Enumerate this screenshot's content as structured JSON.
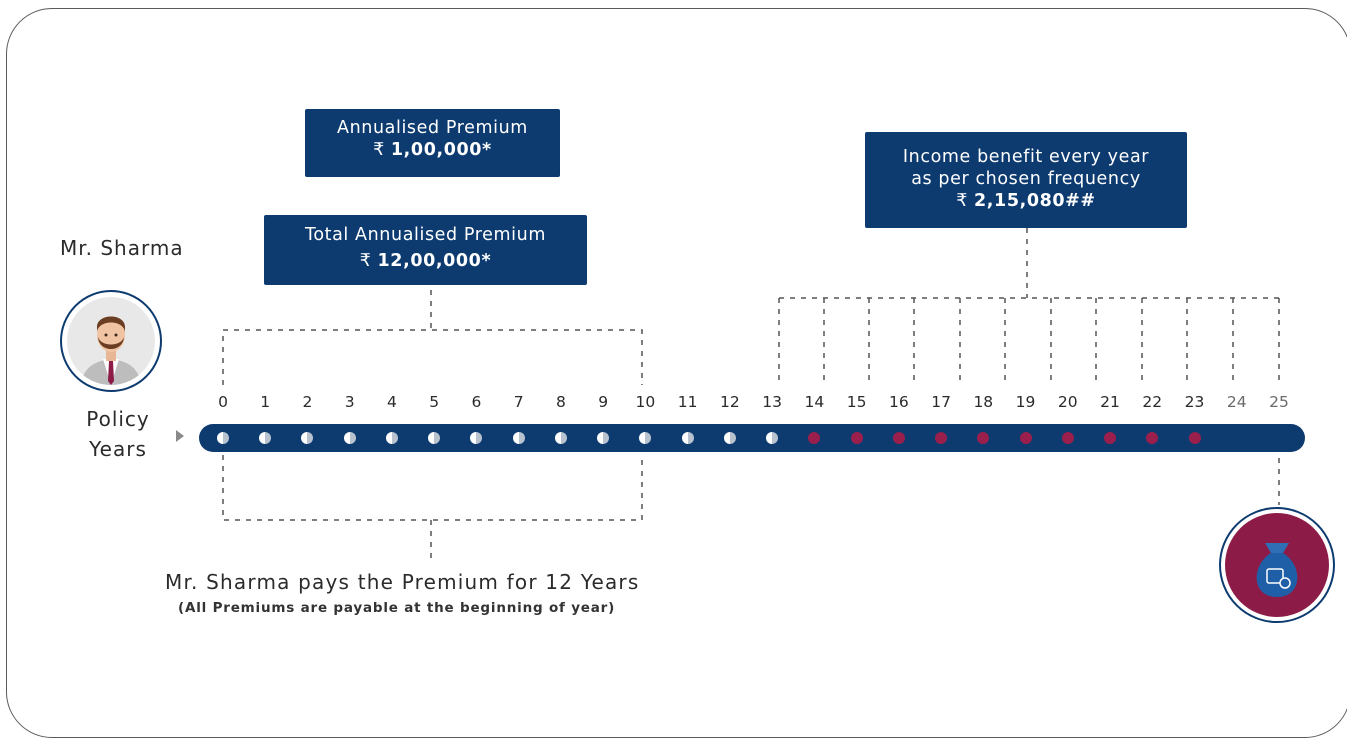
{
  "person": {
    "name": "Mr. Sharma"
  },
  "policy_years_label": [
    "Policy",
    "Years"
  ],
  "boxes": {
    "annualised": {
      "line1": "Annualised Premium",
      "rupee": "₹",
      "amount": "1,00,000*"
    },
    "total": {
      "line1": "Total Annualised Premium",
      "rupee": "₹",
      "amount": "12,00,000*"
    },
    "income": {
      "line1": "Income benefit every year",
      "line2": "as per chosen frequency",
      "rupee": "₹",
      "amount": "2,15,080##"
    }
  },
  "years": [
    "0",
    "1",
    "2",
    "3",
    "4",
    "5",
    "6",
    "7",
    "8",
    "9",
    "10",
    "11",
    "12",
    "13",
    "14",
    "15",
    "16",
    "17",
    "18",
    "19",
    "20",
    "21",
    "22",
    "23",
    "24",
    "25"
  ],
  "premium_years": 12,
  "last_paid_dot_year": 13,
  "benefit_years": [
    "14",
    "15",
    "16",
    "17",
    "18",
    "19",
    "20",
    "21",
    "22",
    "23"
  ],
  "caption": {
    "main": "Mr. Sharma pays the Premium for 12 Years",
    "sub": "(All Premiums are payable at the beginning of year)"
  },
  "colors": {
    "navy": "#0d3b70",
    "maroon": "#8c1c47",
    "benefit_dot": "#9a1f4c"
  },
  "icons": {
    "person": "man-avatar-icon",
    "benefit": "money-bag-icon"
  }
}
